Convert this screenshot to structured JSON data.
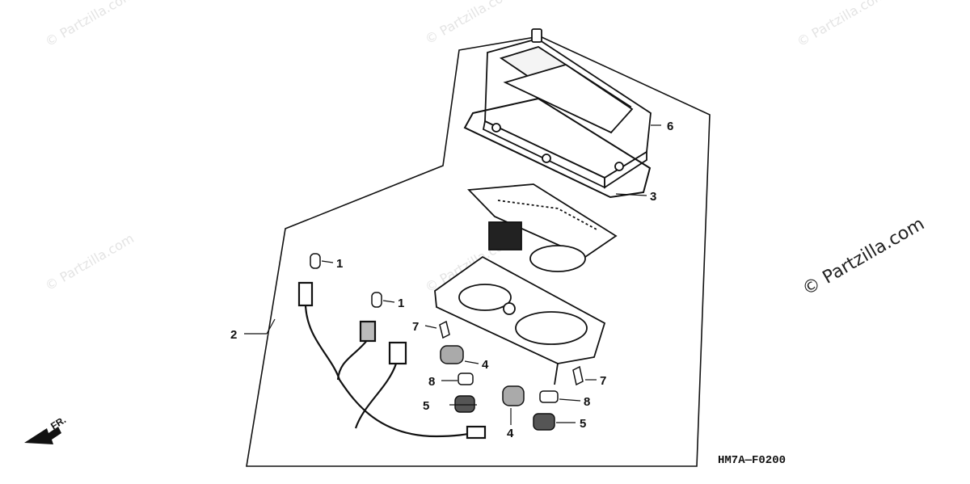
{
  "diagram": {
    "code": "HM7A—F0200",
    "front_label": "FR.",
    "callouts": [
      {
        "id": "c-1a",
        "label": "1"
      },
      {
        "id": "c-1b",
        "label": "1"
      },
      {
        "id": "c-2",
        "label": "2"
      },
      {
        "id": "c-3",
        "label": "3"
      },
      {
        "id": "c-4a",
        "label": "4"
      },
      {
        "id": "c-4b",
        "label": "4"
      },
      {
        "id": "c-5a",
        "label": "5"
      },
      {
        "id": "c-5b",
        "label": "5"
      },
      {
        "id": "c-6",
        "label": "6"
      },
      {
        "id": "c-7a",
        "label": "7"
      },
      {
        "id": "c-7b",
        "label": "7"
      },
      {
        "id": "c-8a",
        "label": "8"
      },
      {
        "id": "c-8b",
        "label": "8"
      }
    ]
  },
  "watermarks": {
    "text": "© Partzilla.com"
  }
}
